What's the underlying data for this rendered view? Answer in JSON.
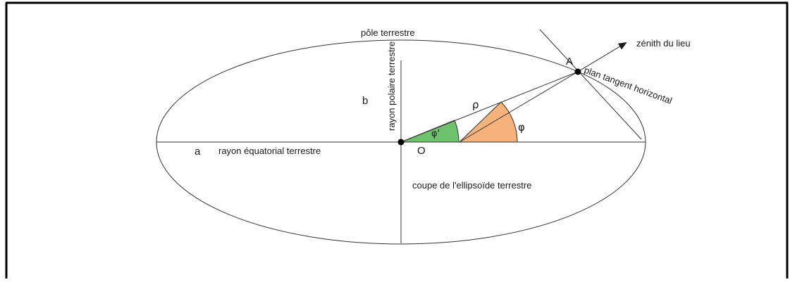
{
  "diagram": {
    "labels": {
      "pole": "pôle terrestre",
      "zenith": "zénith du lieu",
      "point_a": "A",
      "tangent_plane": "plan tangent horizontal",
      "polar_radius": "rayon polaire terrestre",
      "semi_minor": "b",
      "semi_major": "a",
      "equatorial_radius": "rayon équatorial terrestre",
      "center": "O",
      "rho": "ρ",
      "phi_prime": "φ'",
      "phi": "φ",
      "section": "coupe de l'ellipsoïde terrestre"
    },
    "colors": {
      "frame_border": "#000000",
      "line": "#333333",
      "phi_prime_fill": "#6cc36c",
      "phi_fill": "#f5b27a"
    }
  }
}
